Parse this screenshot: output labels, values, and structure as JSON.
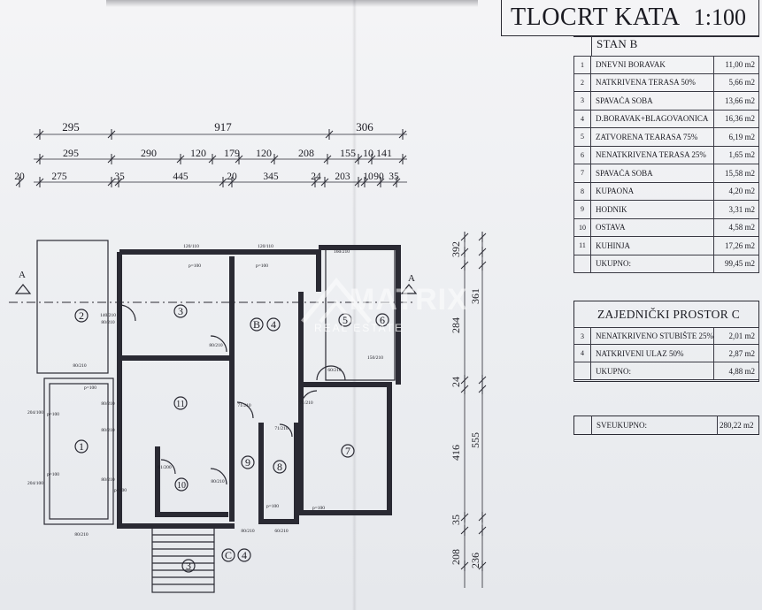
{
  "header": {
    "title": "TLOCRT KATA",
    "scale": "1:100"
  },
  "stan_b": {
    "heading": "STAN B",
    "rows": [
      {
        "num": "1",
        "name": "DNEVNI BORAVAK",
        "area": "11,00 m2"
      },
      {
        "num": "2",
        "name": "NATKRIVENA TERASA 50%",
        "area": "5,66 m2"
      },
      {
        "num": "3",
        "name": "SPAVAĆA SOBA",
        "area": "13,66 m2"
      },
      {
        "num": "4",
        "name": "D.BORAVAK+BLAGOVAONICA",
        "area": "16,36 m2"
      },
      {
        "num": "5",
        "name": "ZATVORENA TEARASA 75%",
        "area": "6,19 m2"
      },
      {
        "num": "6",
        "name": "NENATKRIVENA TERASA 25%",
        "area": "1,65 m2"
      },
      {
        "num": "7",
        "name": "SPAVAĆA SOBA",
        "area": "15,58 m2"
      },
      {
        "num": "8",
        "name": "KUPAONA",
        "area": "4,20 m2"
      },
      {
        "num": "9",
        "name": "HODNIK",
        "area": "3,31 m2"
      },
      {
        "num": "10",
        "name": "OSTAVA",
        "area": "4,58 m2"
      },
      {
        "num": "11",
        "name": "KUHINJA",
        "area": "17,26 m2"
      }
    ],
    "total_label": "UKUPNO:",
    "total_area": "99,45 m2"
  },
  "zajednicki": {
    "heading": "ZAJEDNIČKI PROSTOR C",
    "rows": [
      {
        "num": "3",
        "name": "NENATKRIVENO STUBIŠTE 25%",
        "area": "2,01 m2"
      },
      {
        "num": "4",
        "name": "NATKRIVENI ULAZ 50%",
        "area": "2,87 m2"
      }
    ],
    "total_label": "UKUPNO:",
    "total_area": "4,88 m2"
  },
  "grand_total": {
    "label": "SVEUKUPNO:",
    "area": "280,22 m2"
  },
  "watermark": {
    "brand": "MATRIX",
    "sub": "REAL ESTATE"
  },
  "plan": {
    "dims_row1": [
      "295",
      "917",
      "306"
    ],
    "dims_row2": [
      "295",
      "290",
      "120",
      "179",
      "120",
      "208",
      "155",
      "10",
      "141"
    ],
    "dims_row3": [
      "20",
      "275",
      "35",
      "445",
      "20",
      "345",
      "24",
      "203",
      "10",
      "90",
      "35"
    ],
    "right_dims": [
      "392",
      "361",
      "284",
      "24",
      "416",
      "555",
      "35",
      "208",
      "236"
    ],
    "section_marker": "A",
    "room_labels": [
      "1",
      "2",
      "3",
      "4",
      "5",
      "6",
      "7",
      "8",
      "9",
      "10",
      "11"
    ],
    "room_b4": "B",
    "room_c4": "C",
    "stair_label": "3",
    "small_labels": {
      "p100": "p=100",
      "d140_210": "140/210",
      "d80_210": "80/210",
      "d120_110": "120/110",
      "d71_210": "71/210",
      "d61_200": "61/200",
      "d60_210": "60/210",
      "d204_100": "204/100",
      "d150_210": "150/210",
      "d160_210": "160/210"
    }
  }
}
